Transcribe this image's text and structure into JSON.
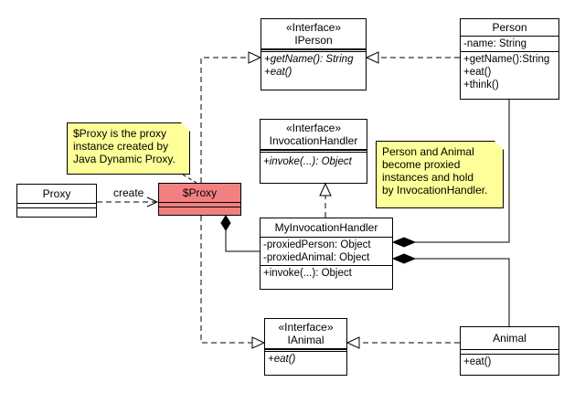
{
  "classes": {
    "iperson": {
      "stereotype": "«Interface»",
      "name": "IPerson",
      "methods": [
        "+getName(): String",
        "+eat()"
      ]
    },
    "person": {
      "name": "Person",
      "attributes": [
        "-name: String"
      ],
      "methods": [
        "+getName():String",
        "+eat()",
        "+think()"
      ]
    },
    "invocation_handler": {
      "stereotype": "«Interface»",
      "name": "InvocationHandler",
      "methods": [
        "+invoke(...): Object"
      ]
    },
    "proxy": {
      "name": "Proxy"
    },
    "dollar_proxy": {
      "name": "$Proxy",
      "fill": "#f28080"
    },
    "my_invocation_handler": {
      "name": "MyInvocationHandler",
      "attributes": [
        "-proxiedPerson: Object",
        "-proxiedAnimal: Object"
      ],
      "methods": [
        "+invoke(...): Object"
      ]
    },
    "ianimal": {
      "stereotype": "«Interface»",
      "name": "IAnimal",
      "methods": [
        "+eat()"
      ]
    },
    "animal": {
      "name": "Animal",
      "methods": [
        "+eat()"
      ]
    }
  },
  "notes": {
    "proxy_note": [
      "$Proxy is the proxy",
      "instance created by",
      "Java Dynamic Proxy."
    ],
    "handler_note": [
      "Person and Animal",
      "become proxied",
      "instances and hold",
      "by InvocationHandler."
    ],
    "note_color": "#ffff99"
  },
  "edges": {
    "create_label": "create"
  }
}
